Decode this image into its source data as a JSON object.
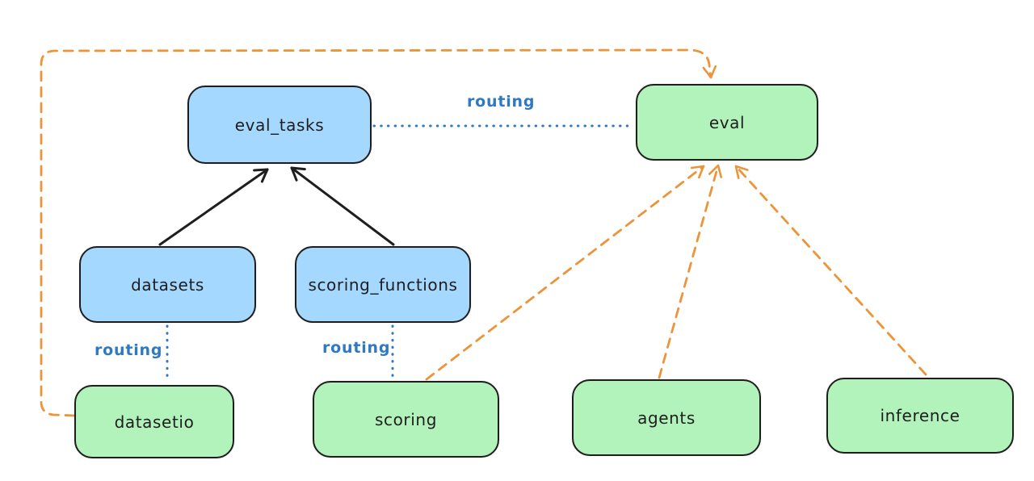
{
  "colors": {
    "background": "#ffffff",
    "node_stroke": "#1e1e1e",
    "api_node_fill_blue": "#a5d8ff",
    "provider_node_fill_green": "#b2f2bb",
    "solid_edge_black": "#1e1e1e",
    "routing_edge_blue": "#2f79c3",
    "provider_edge_orange": "#ec9439"
  },
  "nodes": {
    "eval_tasks": {
      "label": "eval_tasks",
      "fill": "#a5d8ff"
    },
    "eval": {
      "label": "eval",
      "fill": "#b2f2bb"
    },
    "datasets": {
      "label": "datasets",
      "fill": "#a5d8ff"
    },
    "scoring_functions": {
      "label": "scoring_functions",
      "fill": "#a5d8ff"
    },
    "datasetio": {
      "label": "datasetio",
      "fill": "#b2f2bb"
    },
    "scoring": {
      "label": "scoring",
      "fill": "#b2f2bb"
    },
    "agents": {
      "label": "agents",
      "fill": "#b2f2bb"
    },
    "inference": {
      "label": "inference",
      "fill": "#b2f2bb"
    }
  },
  "edges": [
    {
      "from": "datasets",
      "to": "eval_tasks",
      "style": "solid",
      "arrow": "to",
      "color": "#1e1e1e",
      "label": ""
    },
    {
      "from": "scoring_functions",
      "to": "eval_tasks",
      "style": "solid",
      "arrow": "to",
      "color": "#1e1e1e",
      "label": ""
    },
    {
      "from": "eval_tasks",
      "to": "eval",
      "style": "dotted",
      "arrow": "none",
      "color": "#2f79c3",
      "label": "routing"
    },
    {
      "from": "datasets",
      "to": "datasetio",
      "style": "dotted",
      "arrow": "none",
      "color": "#2f79c3",
      "label": "routing"
    },
    {
      "from": "scoring_functions",
      "to": "scoring",
      "style": "dotted",
      "arrow": "none",
      "color": "#2f79c3",
      "label": "routing"
    },
    {
      "from": "datasetio",
      "to": "eval",
      "style": "dashed",
      "arrow": "to",
      "color": "#ec9439",
      "label": ""
    },
    {
      "from": "scoring",
      "to": "eval",
      "style": "dashed",
      "arrow": "to",
      "color": "#ec9439",
      "label": ""
    },
    {
      "from": "agents",
      "to": "eval",
      "style": "dashed",
      "arrow": "to",
      "color": "#ec9439",
      "label": ""
    },
    {
      "from": "inference",
      "to": "eval",
      "style": "dashed",
      "arrow": "to",
      "color": "#ec9439",
      "label": ""
    }
  ]
}
